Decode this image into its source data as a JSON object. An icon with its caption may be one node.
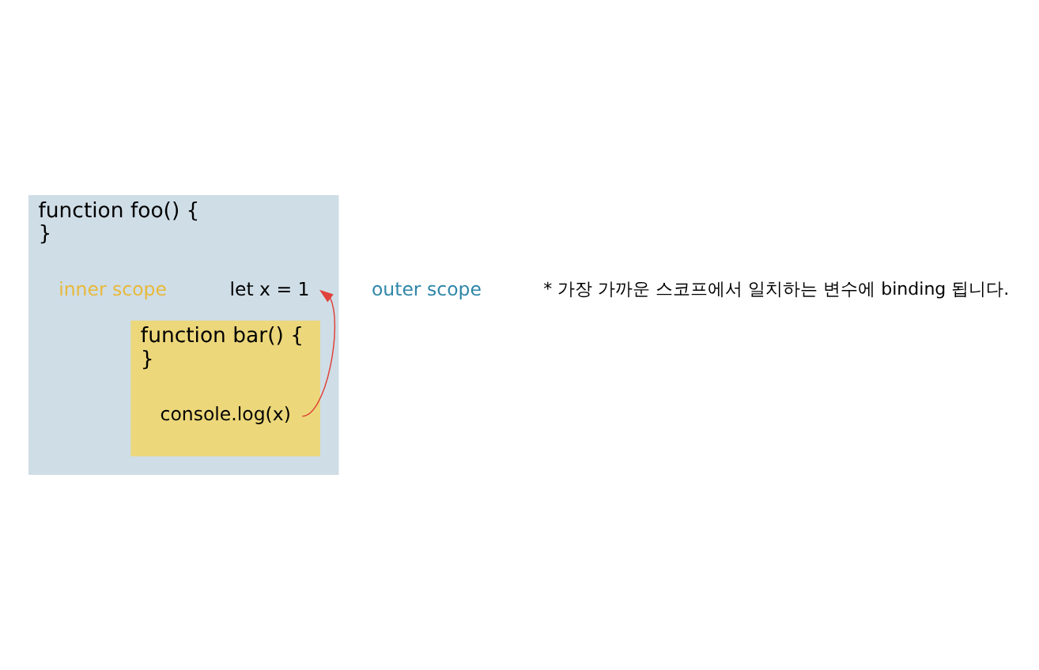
{
  "diagram": {
    "nodes": [
      {
        "text": [
          "function foo() {",
          "}"
        ],
        "beside": [
          "outer scope"
        ]
      },
      {
        "text": [
          "let x = 1"
        ],
        "in": 0
      },
      {
        "text": [
          "function bar() {",
          "}"
        ],
        "in": 0,
        "beside": [
          "inner scope"
        ]
      },
      {
        "text": [
          "console.log(x)"
        ],
        "in": 2
      }
    ],
    "edges": [
      {
        "from": 3,
        "to": 1,
        "arrow": "to",
        "color": "#e0413a"
      }
    ],
    "labels": [
      "* 가장 가까운 스코프에서 일치하는 변수에 binding 됩니다."
    ]
  }
}
